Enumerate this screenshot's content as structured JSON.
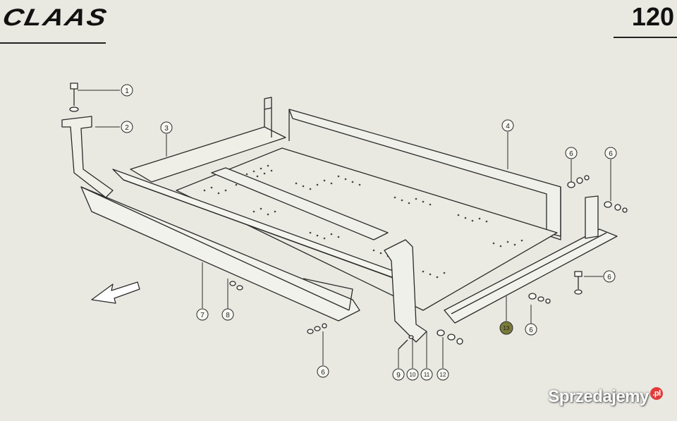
{
  "header": {
    "brand": "CLAAS",
    "page_number": "120"
  },
  "callouts": [
    "1",
    "2",
    "3",
    "4",
    "6",
    "6",
    "6",
    "6",
    "6",
    "7",
    "8",
    "9",
    "10",
    "11",
    "12",
    "13"
  ],
  "watermark": {
    "text": "Sprzedajemy",
    "suffix": ".pl"
  },
  "colors": {
    "paper": "#e9e9e2",
    "ink": "#2a2a2a",
    "highlight_callout": "#7a7a3a",
    "watermark_dot": "#e23b3b"
  }
}
